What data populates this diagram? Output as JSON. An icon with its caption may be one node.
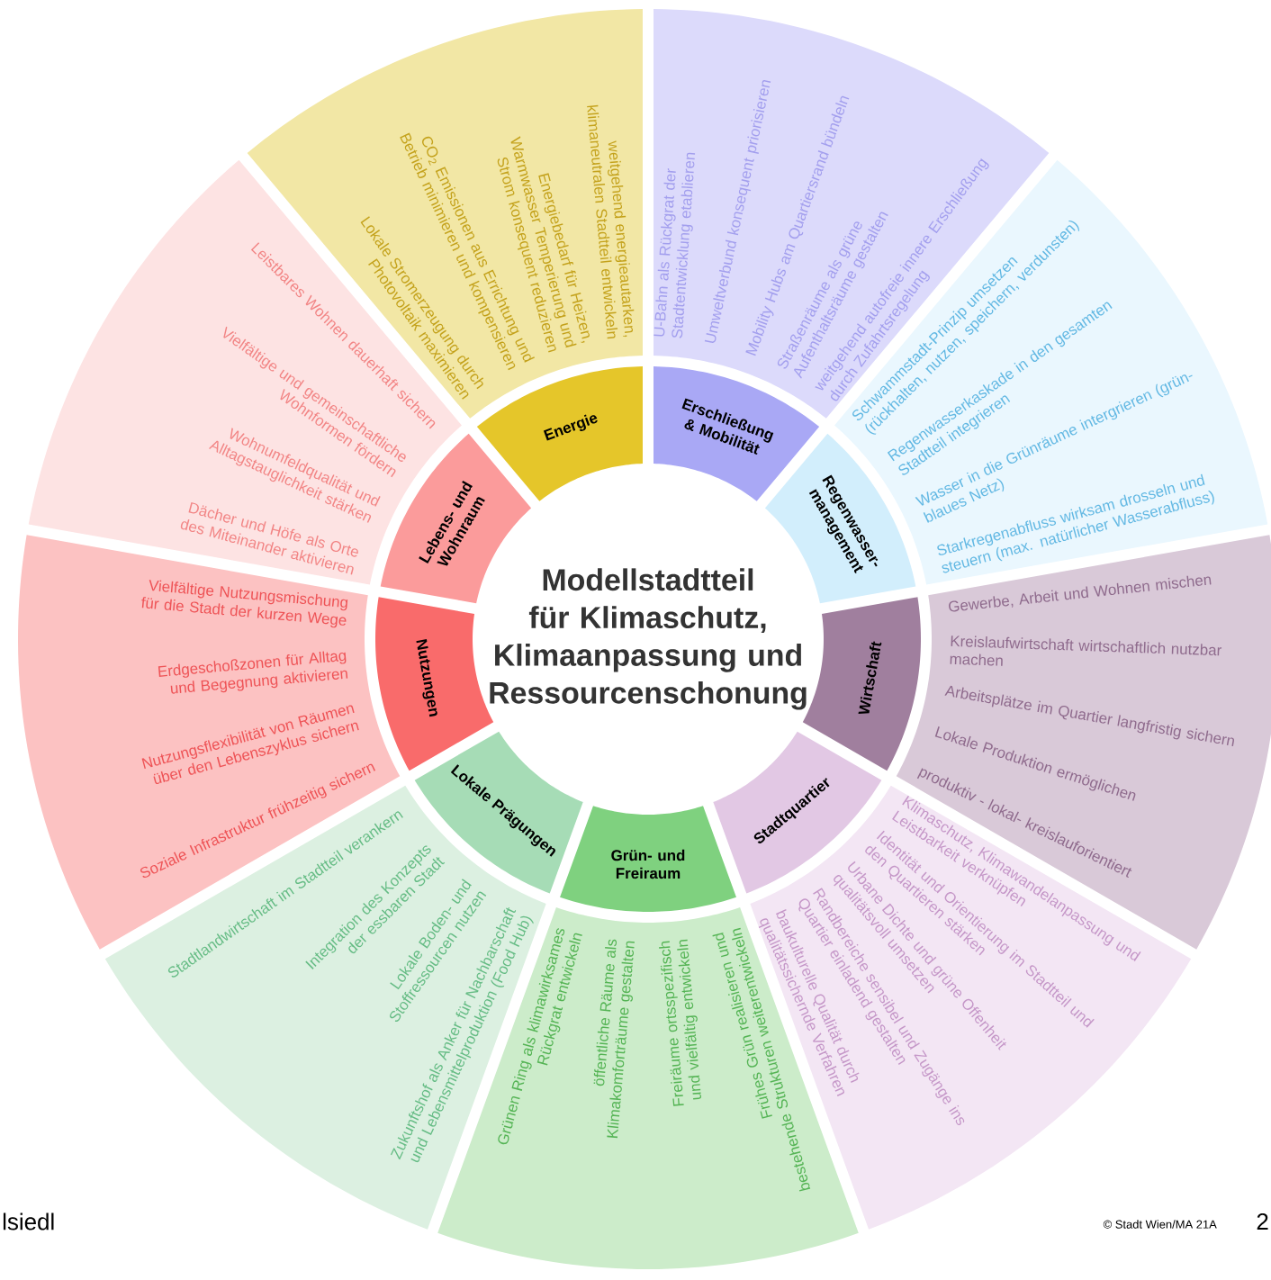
{
  "diagram": {
    "title": "Modellstadtteil für Klimaschutz, Klimaanpassung und Ressourcenschonung",
    "nodes": [
      {
        "text": [
          "Energie"
        ]
      },
      {
        "text": [
          "weitgehend energieautarken, klimaneutralen Stadtteil entwickeln",
          "Energiebedarf für Heizen, Warmwasser Temperierung und Strom konsequent reduzieren",
          "CO$_{2}$ Emissionen aus Errichtung und Betrieb minimieren und kompensieren",
          "Lokale Stromerzeugung durch Photovoltaik maximieren"
        ]
      },
      {
        "text": [
          "Erschließung & Mobilität"
        ]
      },
      {
        "text": [
          "U-Bahn als Rückgrat der Stadtentwicklung etablieren",
          "Umweltverbund konsequent priorisieren",
          "Mobility Hubs am Quartiersrand bündeln",
          "Straßenräume als grüne Aufenthaltsräume gestalten",
          "weitgehend autofreie innere Erschließung durch Zufahrtsregelung"
        ]
      },
      {
        "text": [
          "Regenwasser- management"
        ]
      },
      {
        "text": [
          "Schwammstadt-Prinzip umsetzen (rückhalten, nutzen, speichern, verdunsten)",
          "Regenwasserkaskade in den gesamten Stadtteil integrieren",
          "Wasser in die Grünräume intergrieren (grün-blaues Netz)",
          "Starkregenabfluss wirksam drosseln und steuern (max. natürlicher Wasserabfluss)"
        ]
      },
      {
        "text": [
          "Wirtschaft"
        ]
      },
      {
        "text": [
          "Gewerbe, Arbeit und Wohnen mischen",
          "Kreislaufwirtschaft wirtschaftlich nutzbar machen",
          "Arbeitsplätze im Quartier langfristig sichern",
          "Lokale Produktion ermöglichen",
          "produktiv - lokal- kreislauforientiert"
        ]
      },
      {
        "text": [
          "Stadtquartier"
        ]
      },
      {
        "text": [
          "Klimaschutz, Klimawandelanpassung und Leistbarkeit verknüpfen",
          "Identität und Orientierung im Stadtteil und den Quartieren stärken",
          "Urbane Dichte und grüne Offenheit qualitätsvoll umsetzen",
          "Randbereiche sensibel und Zugänge ins Quartier einladend gestalten",
          "baukulturelle Qualität durch qualitätssichernde Verfahren"
        ]
      },
      {
        "text": [
          "Grün- und Freiraum"
        ]
      },
      {
        "text": [
          "Grünen Ring als klimawirksames Rückgrat entwickeln",
          "öffentliche Räume als Klimakomforträume gestalten",
          "Freiräume ortsspezifisch und vielfältig entwickeln",
          "Frühes Grün realisieren und bestehende Strukturen weiterentwickeln"
        ]
      },
      {
        "text": [
          "Lokale Prägungen"
        ]
      },
      {
        "text": [
          "Stadtlandwirtschaft im Stadtteil verankern",
          "Integration des Konzepts der essbaren Stadt",
          "Lokale Boden- und Stoffressourcen nutzen",
          "Zukunftshof als Anker für Nachbarschaft und Lebensmittelproduktion (Food Hub)"
        ]
      },
      {
        "text": [
          "Nutzungen"
        ]
      },
      {
        "text": [
          "Vielfältige Nutzungsmischung für die Stadt der kurzen Wege",
          "Erdgeschoßzonen für Alltag und Begegnung aktivieren",
          "Nutzungsflexibilität von Räumen über den Lebenszyklus sichern",
          "Soziale Infrastruktur frühzeitig sichern"
        ]
      },
      {
        "text": [
          "Lebens- und Wohnraum"
        ]
      },
      {
        "text": [
          "Leistbares Wohnen dauerhaft sichern",
          "Vielfältige und gemeinschaftliche Wohnformen fördern",
          "Wohnumfeldqualität und Alltagstauglichkeit stärken",
          "Dächer und Höfe als Orte des Miteinander aktivieren"
        ]
      }
    ],
    "labels": [
      "lsiedl",
      "© Stadt Wien/MA 21A",
      "2"
    ]
  }
}
